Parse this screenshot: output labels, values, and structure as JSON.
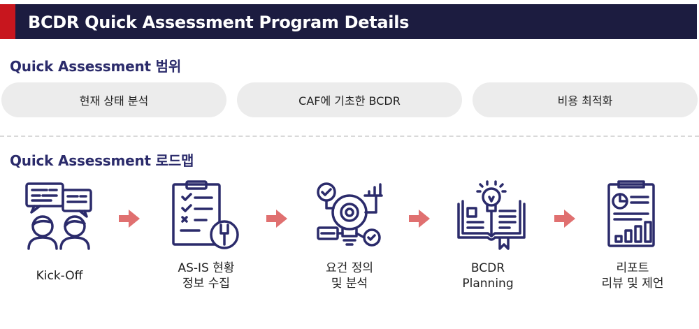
{
  "header": {
    "title": "BCDR Quick Assessment Program Details",
    "accent_color": "#c8161e",
    "bg_color": "#1c1c40"
  },
  "scope": {
    "title": "Quick Assessment 범위",
    "items": [
      "현재 상태 분석",
      "CAF에 기초한 BCDR",
      "비용 최적화"
    ]
  },
  "roadmap": {
    "title": "Quick Assessment 로드맵",
    "steps": [
      {
        "icon": "discussion-people-icon",
        "line1": "Kick-Off",
        "line2": ""
      },
      {
        "icon": "checklist-wrench-icon",
        "line1": "AS-IS 현황",
        "line2": "정보 수집"
      },
      {
        "icon": "bulb-gear-analysis-icon",
        "line1": "요건 정의",
        "line2": "및 분석"
      },
      {
        "icon": "book-bulb-icon",
        "line1": "BCDR",
        "line2": "Planning"
      },
      {
        "icon": "report-chart-icon",
        "line1": "리포트",
        "line2": "리뷰 및 제언"
      }
    ],
    "arrow_color": "#e07070",
    "icon_color": "#2b2b6b"
  }
}
